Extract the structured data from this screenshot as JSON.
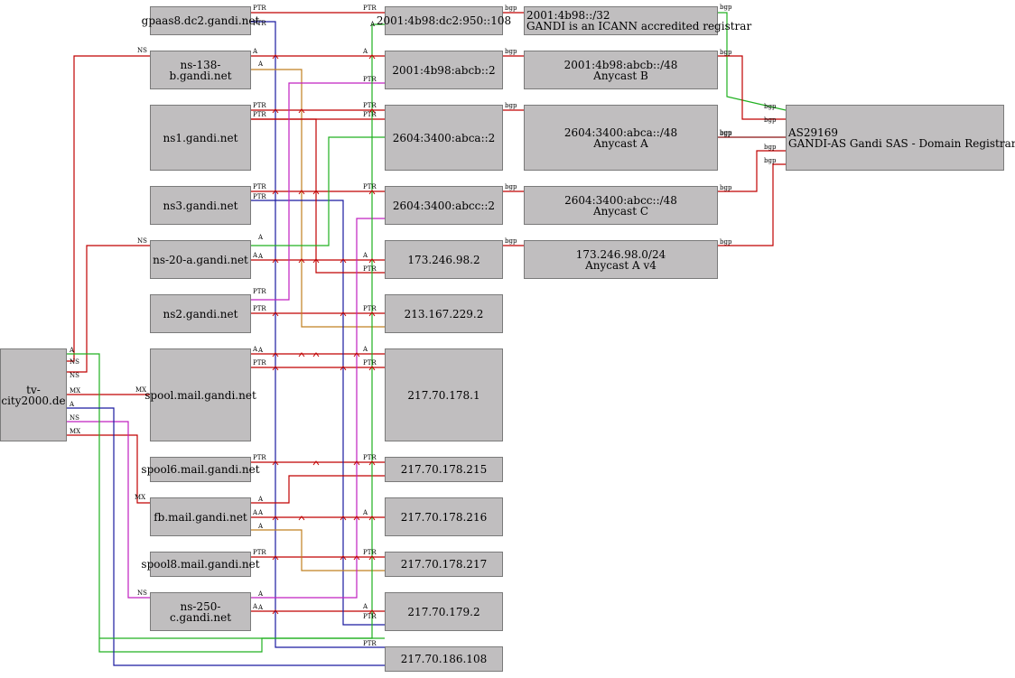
{
  "nodes": {
    "tv_city": "tv-city2000.de",
    "gpaas8": "gpaas8.dc2.gandi.net",
    "ns138b": "ns-138-b.gandi.net",
    "ns1": "ns1.gandi.net",
    "ns3": "ns3.gandi.net",
    "ns20a": "ns-20-a.gandi.net",
    "ns2": "ns2.gandi.net",
    "spool": "spool.mail.gandi.net",
    "spool6": "spool6.mail.gandi.net",
    "fb": "fb.mail.gandi.net",
    "spool8": "spool8.mail.gandi.net",
    "ns250c": "ns-250-c.gandi.net",
    "ip_2001_108": "2001:4b98:dc2:950::108",
    "ip_2001_2": "2001:4b98:abcb::2",
    "ip_2604_abca": "2604:3400:abca::2",
    "ip_2604_abcc": "2604:3400:abcc::2",
    "ip_173": "173.246.98.2",
    "ip_213": "213.167.229.2",
    "ip_217_1": "217.70.178.1",
    "ip_217_215": "217.70.178.215",
    "ip_217_216": "217.70.178.216",
    "ip_217_217": "217.70.178.217",
    "ip_217_179": "217.70.179.2",
    "ip_217_186": "217.70.186.108",
    "pfx_32_l1": "2001:4b98::/32",
    "pfx_32_l2": "GANDI is an ICANN accredited registrar",
    "pfx_abcb_l1": "2001:4b98:abcb::/48",
    "pfx_abcb_l2": "Anycast B",
    "pfx_abca_l1": "2604:3400:abca::/48",
    "pfx_abca_l2": "Anycast A",
    "pfx_abcc_l1": "2604:3400:abcc::/48",
    "pfx_abcc_l2": "Anycast C",
    "pfx_173_l1": "173.246.98.0/24",
    "pfx_173_l2": "Anycast A v4",
    "as_l1": "AS29169",
    "as_l2": "GANDI-AS Gandi SAS - Domain Registrar an"
  },
  "edge_labels": {
    "ns": "NS",
    "mx": "MX",
    "a": "A",
    "ptr": "PTR",
    "bgp": "bgp"
  },
  "colors": {
    "node_fill": "#c0bebf",
    "node_border": "#7a7a7a",
    "red": "#c00000",
    "blue": "#1a1aa0",
    "green": "#20b020",
    "orange": "#c08020",
    "magenta": "#c020c0",
    "darkred": "#8b1010"
  }
}
